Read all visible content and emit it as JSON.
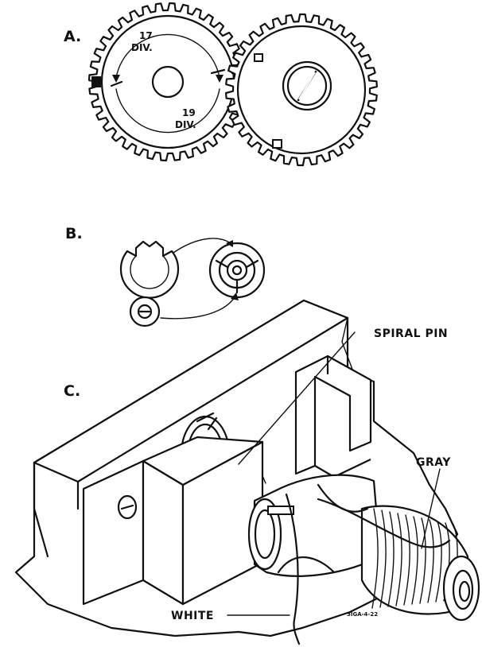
{
  "panels": {
    "a": {
      "label": "A.",
      "upper_count": "17",
      "upper_unit": "DIV.",
      "lower_count": "19",
      "lower_unit": "DIV."
    },
    "b": {
      "label": "B."
    },
    "c": {
      "label": "C.",
      "callouts": {
        "spiral_pin": "SPIRAL PIN",
        "gray": "GRAY",
        "white": "WHITE"
      }
    }
  },
  "figure_code": "3IGA-4-22",
  "colors": {
    "ink": "#111111",
    "paper": "#ffffff"
  }
}
